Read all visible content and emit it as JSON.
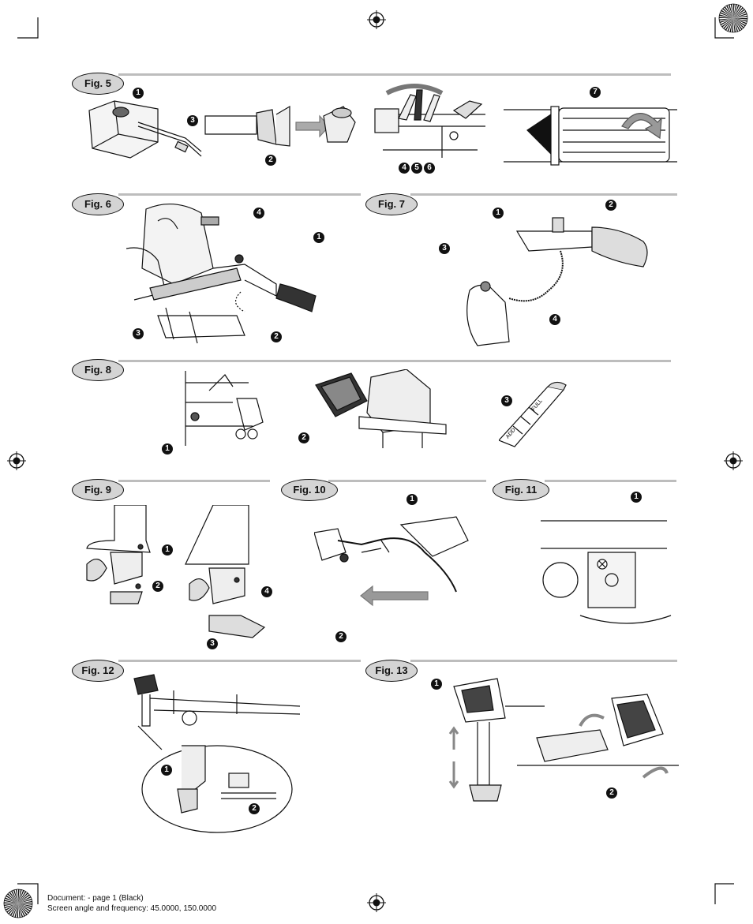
{
  "figures": {
    "fig5": {
      "tag": "Fig. 5"
    },
    "fig6": {
      "tag": "Fig. 6"
    },
    "fig7": {
      "tag": "Fig. 7"
    },
    "fig8": {
      "tag": "Fig. 8"
    },
    "fig9": {
      "tag": "Fig. 9"
    },
    "fig10": {
      "tag": "Fig. 10"
    },
    "fig11": {
      "tag": "Fig. 11"
    },
    "fig12": {
      "tag": "Fig. 12"
    },
    "fig13": {
      "tag": "Fig. 13"
    }
  },
  "callouts": {
    "fig5": [
      "1",
      "2",
      "3",
      "4",
      "5",
      "6",
      "7"
    ],
    "fig6": [
      "1",
      "2",
      "3",
      "4"
    ],
    "fig7": [
      "1",
      "2",
      "3",
      "4"
    ],
    "fig8": [
      "1",
      "2",
      "3"
    ],
    "fig9": [
      "1",
      "2",
      "3",
      "4"
    ],
    "fig10": [
      "1",
      "2"
    ],
    "fig11": [
      "1"
    ],
    "fig12": [
      "1",
      "2"
    ],
    "fig13": [
      "1",
      "2"
    ]
  },
  "dipstick": {
    "mark_full": "FULL",
    "mark_add": "ADD"
  },
  "footer": {
    "line1": "Document: - page 1 (Black)",
    "line2": "Screen angle and frequency: 45.0000, 150.0000"
  },
  "icons": [
    "registration-mark-icon",
    "starburst-icon",
    "crop-mark-icon"
  ]
}
